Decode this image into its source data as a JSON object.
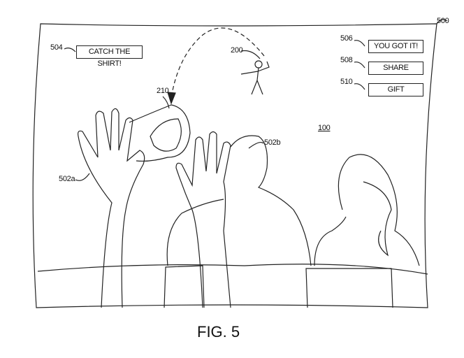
{
  "figure": {
    "caption": "FIG. 5"
  },
  "labels": {
    "screen": "500",
    "prompt_ref": "504",
    "you_got_it_ref": "506",
    "share_ref": "508",
    "gift_ref": "510",
    "thrower_ref": "200",
    "shirt_ref": "210",
    "hand_left_ref": "502a",
    "hand_right_ref": "502b",
    "scene_ref": "100"
  },
  "buttons": {
    "prompt": "CATCH THE SHIRT!",
    "you_got_it": "YOU GOT IT!",
    "share": "SHARE",
    "gift": "GIFT"
  }
}
